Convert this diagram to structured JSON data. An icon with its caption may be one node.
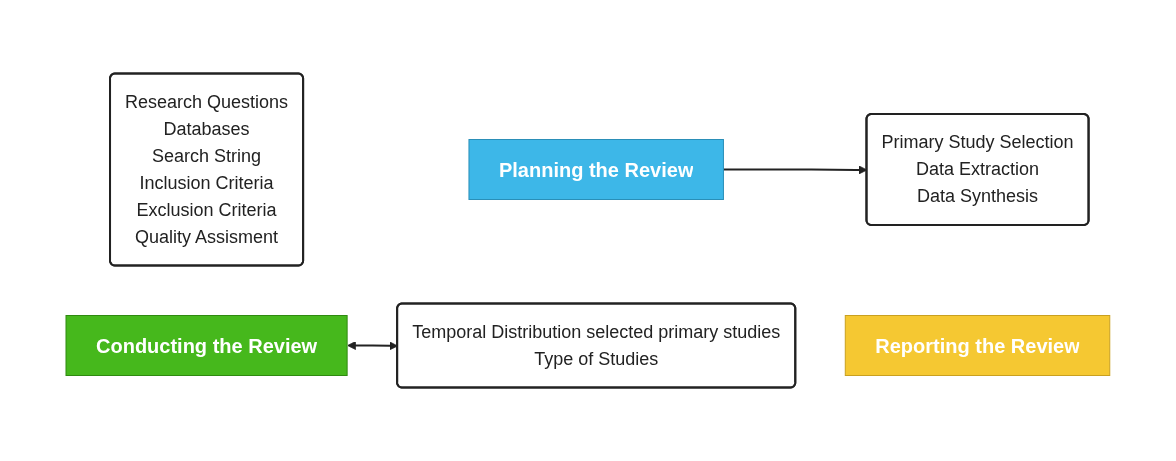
{
  "diagram": {
    "nodes": [
      {
        "text": [
          "Research Questions",
          "Databases",
          "Search String",
          "Inclusion Criteria",
          "Exclusion Criteria",
          "Quality Assisment"
        ]
      },
      {
        "text": [
          "Planning the Review"
        ]
      },
      {
        "text": [
          "Conducting the Review"
        ]
      },
      {
        "text": [
          "Primary Study Selection",
          "Data Extraction",
          "Data Synthesis"
        ]
      },
      {
        "text": [
          "Temporal Distribution selected primary studies",
          "Type of Studies"
        ]
      },
      {
        "text": [
          "Reporting the Review"
        ]
      }
    ],
    "edges": [
      {
        "from": 1,
        "to": 3,
        "arrow": "to"
      },
      {
        "from": 2,
        "to": 4,
        "arrow": "both"
      }
    ]
  }
}
